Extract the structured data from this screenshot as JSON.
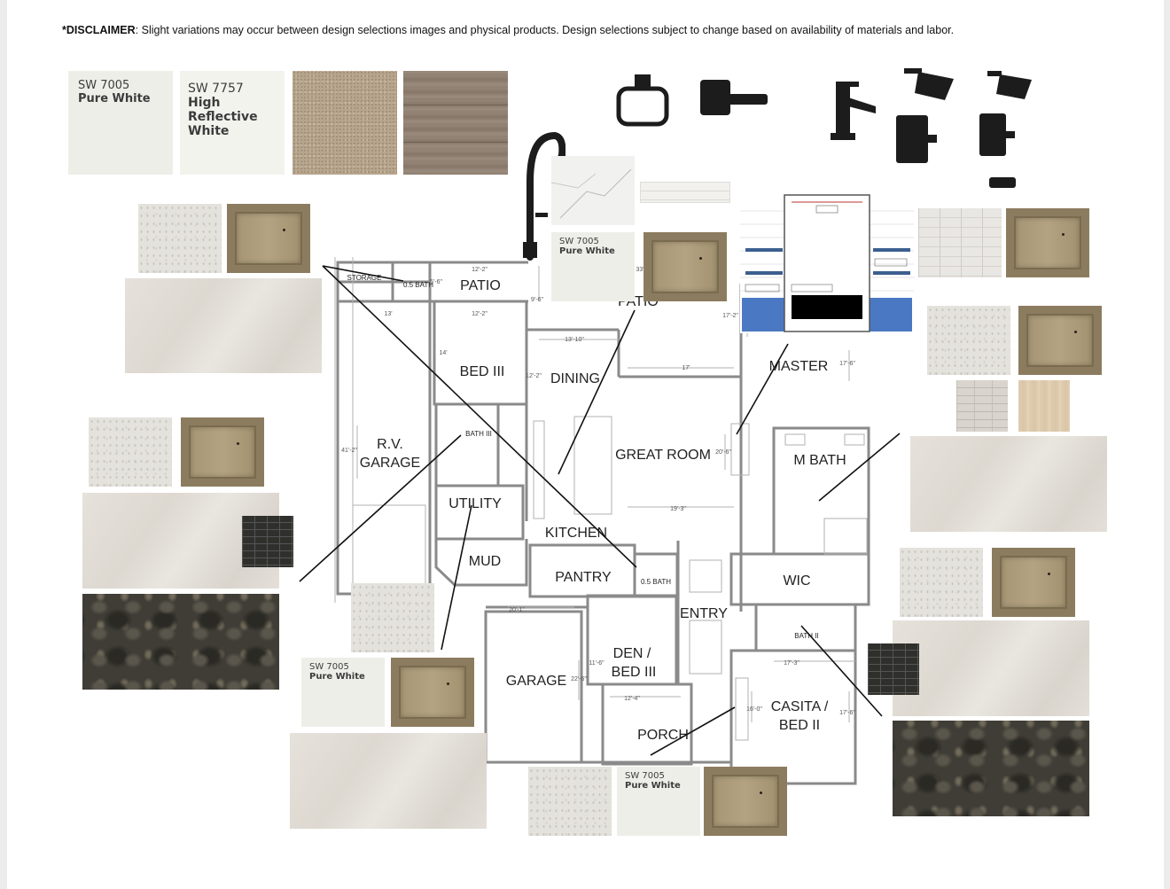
{
  "disclaimer": {
    "label": "*DISCLAIMER",
    "text": ": Slight variations may occur between design selections images and physical products. Design selections subject to change based on availability of materials and labor."
  },
  "paint_swatches": {
    "sw7005_top": {
      "code": "SW 7005",
      "name": "Pure White"
    },
    "sw7757": {
      "code": "SW 7757",
      "name_line1": "High Reflective",
      "name_line2": "White"
    },
    "sw7005_kitchen": {
      "code": "SW 7005",
      "name": "Pure White"
    },
    "sw7005_left": {
      "code": "SW 7005",
      "name": "Pure White"
    },
    "sw7005_bottom": {
      "code": "SW 7005",
      "name": "Pure White"
    }
  },
  "rooms": {
    "storage": "STORAGE",
    "half_bath_top": "0.5 BATH",
    "patio_left": "PATIO",
    "patio_right": "PATIO",
    "bed3_top": "BED III",
    "dining": "DINING",
    "master": "MASTER",
    "rv_garage_l1": "R.V.",
    "rv_garage_l2": "GARAGE",
    "bath3": "BATH III",
    "great_room": "GREAT ROOM",
    "m_bath": "M BATH",
    "utility": "UTILITY",
    "kitchen": "KITCHEN",
    "mud": "MUD",
    "pantry": "PANTRY",
    "half_bath_mid": "0.5 BATH",
    "wic": "WIC",
    "entry": "ENTRY",
    "bath2": "BATH II",
    "den_l1": "DEN /",
    "den_l2": "BED III",
    "garage": "GARAGE",
    "casita_l1": "CASITA /",
    "casita_l2": "BED II",
    "porch": "PORCH"
  },
  "dimensions": {
    "d1": "12'-2\"",
    "d2": "12'-2\"",
    "d3": "13'",
    "d4": "5'-6\"",
    "d5": "9'-6\"",
    "d6": "33'",
    "d7": "17'-2\"",
    "d8": "13'-10\"",
    "d9": "17'",
    "d10": "14'",
    "d11": "12'-2\"",
    "d12": "17'-6\"",
    "d13": "41'-2\"",
    "d14": "20'-6\"",
    "d15": "19'-3\"",
    "d16": "20'-1\"",
    "d17": "11'-6\"",
    "d18": "22'-6\"",
    "d19": "12'-4\"",
    "d20": "17'-3\"",
    "d21": "16'-0\"",
    "d22": "17'-6\""
  },
  "colors": {
    "page": "#ffffff",
    "wall": "#8a8a8a",
    "leader": "#111111",
    "fixture_black": "#1c1c1c",
    "elevation_blue": "#4a78c2"
  },
  "icons": [
    "towel-ring-icon",
    "door-lever-icon",
    "kitchen-faucet-icon",
    "lavatory-faucet-icon",
    "shower-head-icon",
    "shower-valve-icon",
    "tub-spout-icon"
  ]
}
